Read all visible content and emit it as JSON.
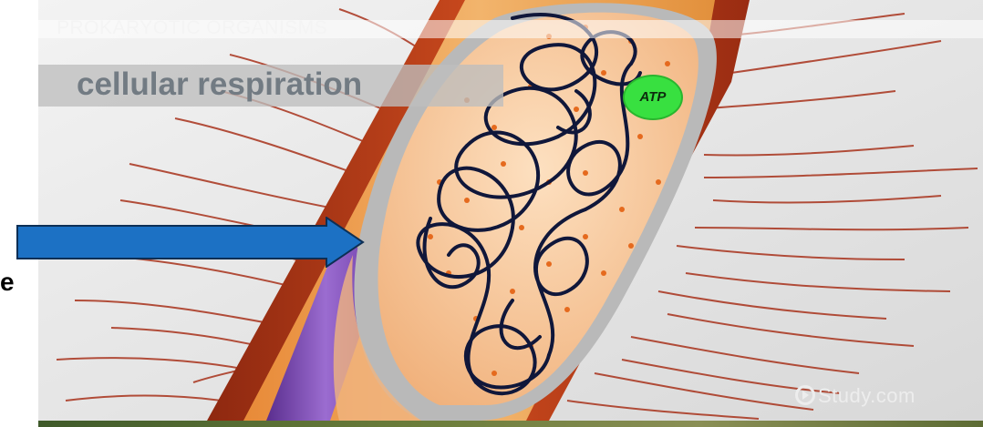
{
  "slide": {
    "header": "PROKARYOTIC ORGANISMS",
    "title": "cellular respiration",
    "atp_label": "ATP",
    "watermark": "Study.com"
  },
  "side_text": "e",
  "colors": {
    "arrow": "#1c71c4",
    "atp_circle": "#38e040",
    "cell_wall": "#b53a1a",
    "cytoplasm": "#f6c9a0",
    "dna": "#10173a",
    "membrane_purple": "#7a44b8"
  },
  "icons": [
    "play-circle-icon"
  ]
}
